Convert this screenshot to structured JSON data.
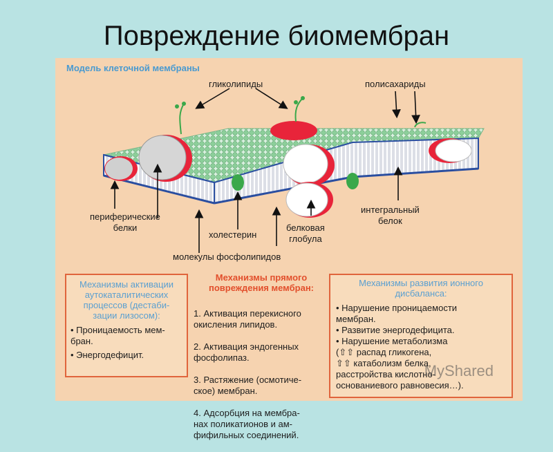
{
  "slide": {
    "title": "Повреждение биомембран"
  },
  "figure": {
    "heading": "Модель клеточной мембраны",
    "labels": {
      "glycolipids": "гликолипиды",
      "polysaccharides": "полисахариды",
      "peripheral_proteins": "периферические\nбелки",
      "integral_protein": "интегральный\nбелок",
      "cholesterol": "холестерин",
      "protein_globule": "белковая\nглобула",
      "phospholipids": "молекулы фосфолипидов"
    },
    "colors": {
      "lipid_heads": "#8ccf9a",
      "lipid_tails": "#ffffff",
      "protein": "#e8243a",
      "protein_core": "#ffffff",
      "membrane_edge": "#2a4ea0",
      "cholesterol": "#3aa84a"
    }
  },
  "boxes": {
    "left": {
      "title": "Механизмы активации\nаутокаталитических\nпроцессов (дестаби-\nзации лизосом):",
      "items": [
        "• Проницаемость мем-\nбран.",
        "• Энергодефицит."
      ]
    },
    "middle": {
      "title": "Механизмы прямого\nповреждения мембран:",
      "items": [
        "1. Активация перекисного\n    окисления липидов.",
        "2. Активация эндогенных\n    фосфолипаз.",
        "3. Растяжение (осмотиче-\n    ское) мембран.",
        "4. Адсорбция на мембра-\n    нах поликатионов и ам-\n    фифильных соединений."
      ]
    },
    "right": {
      "title": "Механизмы развития ионного\nдисбаланса:",
      "items": [
        "• Нарушение проницаемости\n   мембран.",
        "• Развитие энергодефицита.",
        "• Нарушение метаболизма\n   (⇧⇧ распад гликогена,\n   ⇧⇧ катаболизм белка,\n   расстройства кислотно-\n   основаниевого равновесия…)."
      ]
    }
  },
  "watermark": "MyShared"
}
